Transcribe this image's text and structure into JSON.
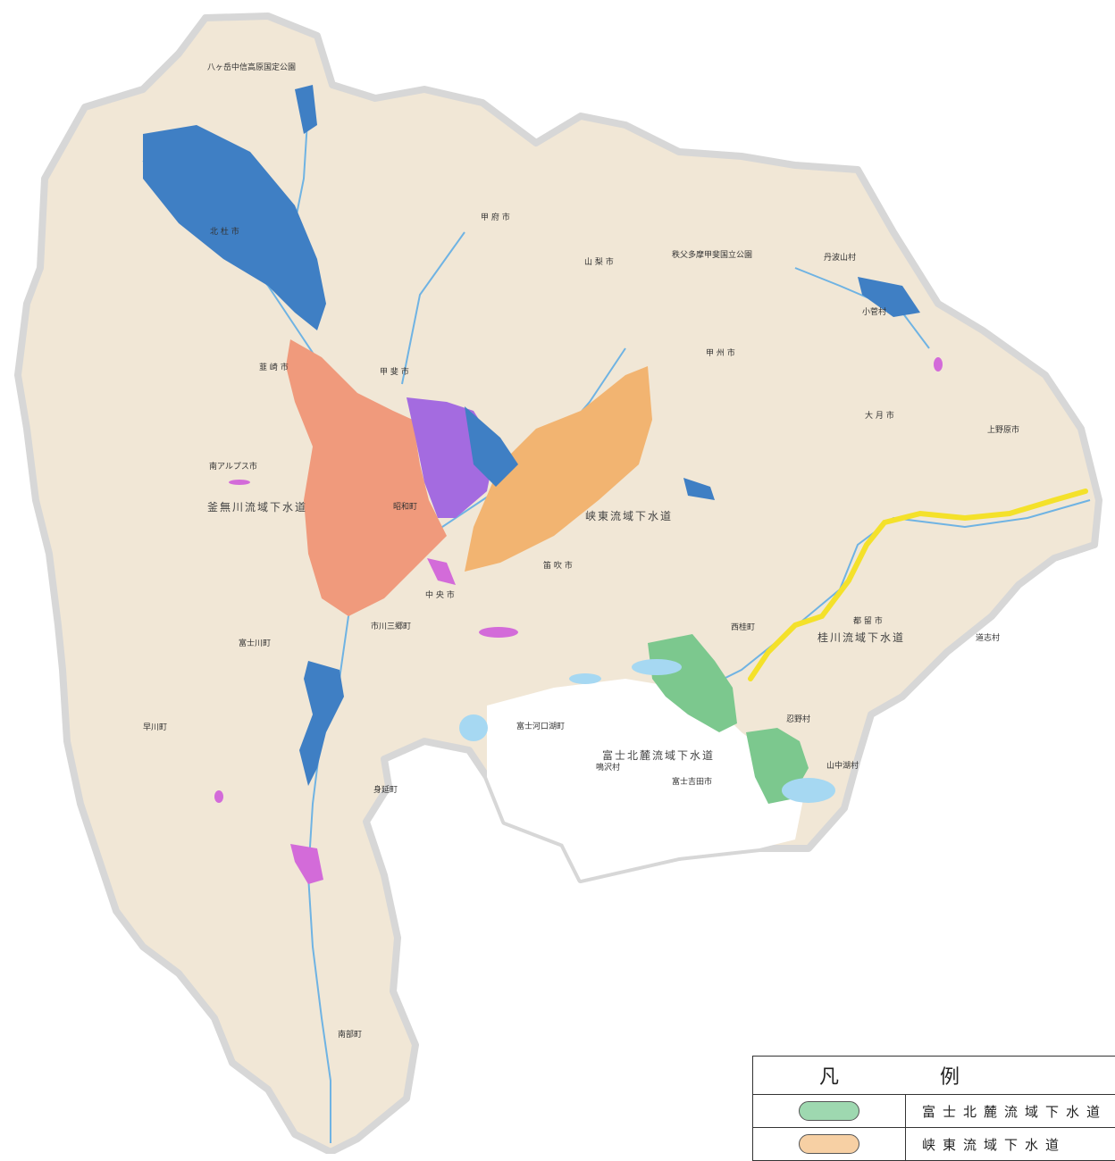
{
  "map": {
    "place_labels": [
      {
        "id": "yatsugatake",
        "text": "八ヶ岳中信高原国定公園"
      },
      {
        "id": "hokuto",
        "text": "北 杜 市"
      },
      {
        "id": "kofu",
        "text": "甲 府 市"
      },
      {
        "id": "yamanashi",
        "text": "山 梨 市"
      },
      {
        "id": "chichibu",
        "text": "秩父多摩甲斐国立公園"
      },
      {
        "id": "tabayama",
        "text": "丹波山村"
      },
      {
        "id": "kosuge",
        "text": "小菅村"
      },
      {
        "id": "koshu",
        "text": "甲 州 市"
      },
      {
        "id": "nirasaki",
        "text": "韮 崎 市"
      },
      {
        "id": "kai",
        "text": "甲 斐 市"
      },
      {
        "id": "otsuki",
        "text": "大 月 市"
      },
      {
        "id": "uenohara",
        "text": "上野原市"
      },
      {
        "id": "minamialps",
        "text": "南アルプス市"
      },
      {
        "id": "showa",
        "text": "昭和町"
      },
      {
        "id": "fuefuki",
        "text": "笛 吹 市"
      },
      {
        "id": "chuo",
        "text": "中 央 市"
      },
      {
        "id": "ichikawamisato",
        "text": "市川三郷町"
      },
      {
        "id": "fujikawa",
        "text": "富士川町"
      },
      {
        "id": "tsuru",
        "text": "都 留 市"
      },
      {
        "id": "nishikatsura",
        "text": "西桂町"
      },
      {
        "id": "doshi",
        "text": "道志村"
      },
      {
        "id": "oshino",
        "text": "忍野村"
      },
      {
        "id": "fujikawaguchiko",
        "text": "富士河口湖町"
      },
      {
        "id": "narusawa",
        "text": "鳴沢村"
      },
      {
        "id": "fujiyoshida",
        "text": "富士吉田市"
      },
      {
        "id": "yamanakako",
        "text": "山中湖村"
      },
      {
        "id": "hayakawa",
        "text": "早川町"
      },
      {
        "id": "minobu",
        "text": "身延町"
      },
      {
        "id": "nanbu",
        "text": "南部町"
      }
    ],
    "sewer_labels": [
      {
        "id": "kamanashi",
        "text": "釜無川流域下水道"
      },
      {
        "id": "kyoto",
        "text": "峡東流域下水道"
      },
      {
        "id": "katsura",
        "text": "桂川流域下水道"
      },
      {
        "id": "fujihokuroku",
        "text": "富士北麓流域下水道"
      }
    ]
  },
  "legend": {
    "title_left": "凡",
    "title_right": "例",
    "entries": [
      {
        "label": "富士北麓流域下水道",
        "color": "#9ed8b0"
      },
      {
        "label": "峡東流域下水道",
        "color": "#f7d0a4"
      }
    ]
  },
  "colors": {
    "land": "#f1e7d6",
    "fuji_area": "#ffffff",
    "border": "#d7d7d7",
    "kamanashi": "#f09a7c",
    "kyoto_zone": "#f2b471",
    "kofu_zone": "#a46be0",
    "blue_zone": "#3f7fc4",
    "katsura": "#f4e12a",
    "fuji_green": "#7cc88e",
    "magenta": "#d36bd9",
    "lake": "#a6d8f2",
    "river": "#6fb3e3"
  }
}
